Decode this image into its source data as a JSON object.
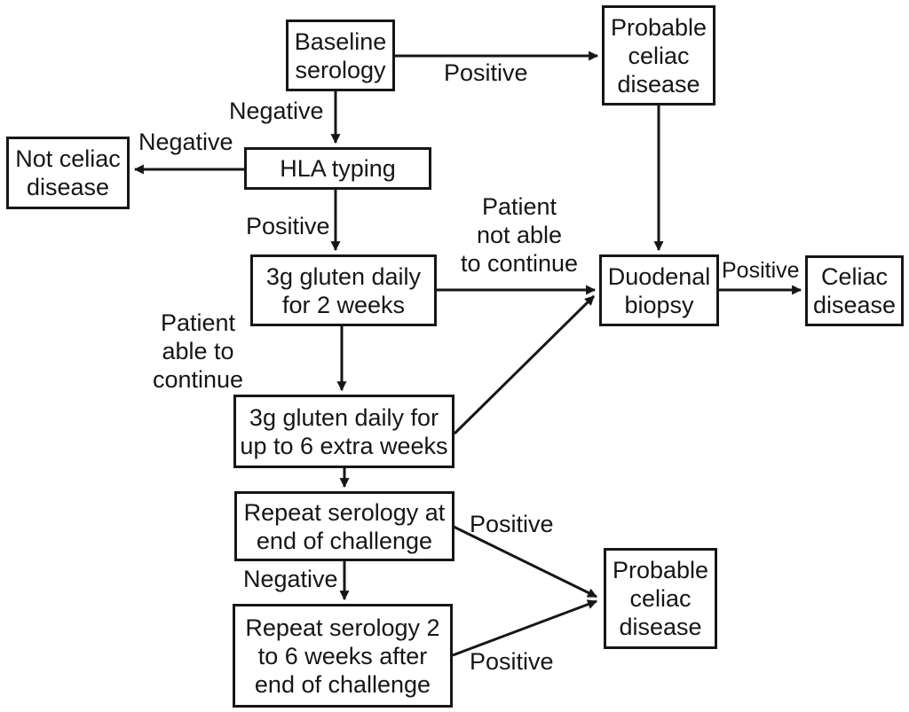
{
  "nodes": {
    "baseline_serology": {
      "label": "Baseline\nserology"
    },
    "probable_celiac_top": {
      "label": "Probable\nceliac\ndisease"
    },
    "not_celiac_disease": {
      "label": "Not celiac\ndisease"
    },
    "hla_typing": {
      "label": "HLA typing"
    },
    "gluten_2_weeks": {
      "label": "3g gluten daily\nfor 2 weeks"
    },
    "duodenal_biopsy": {
      "label": "Duodenal\nbiopsy"
    },
    "celiac_disease": {
      "label": "Celiac\ndisease"
    },
    "gluten_6_extra_weeks": {
      "label": "3g gluten daily for\nup to 6 extra weeks"
    },
    "repeat_serology_end": {
      "label": "Repeat serology at\nend of challenge"
    },
    "repeat_serology_2_6_weeks": {
      "label": "Repeat serology 2\nto 6 weeks after\nend of challenge"
    },
    "probable_celiac_bottom": {
      "label": "Probable\nceliac\ndisease"
    }
  },
  "edge_labels": {
    "baseline_positive": "Positive",
    "baseline_negative": "Negative",
    "hla_negative": "Negative",
    "hla_positive": "Positive",
    "patient_not_able": "Patient\nnot able\nto continue",
    "patient_able": "Patient\nable to\ncontinue",
    "biopsy_positive": "Positive",
    "repeat_negative": "Negative",
    "repeat_end_positive": "Positive",
    "repeat_2_6_positive": "Positive"
  },
  "colors": {
    "background": "#ffffff",
    "line": "#161616",
    "text": "#161616"
  }
}
